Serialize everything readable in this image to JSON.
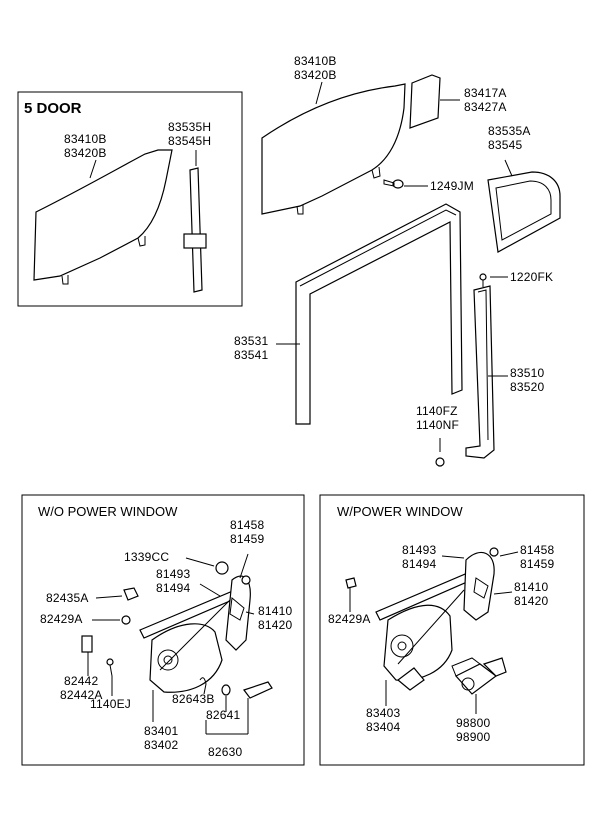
{
  "boxes": {
    "five_door": {
      "title": "5 DOOR"
    },
    "wo_power_window": {
      "title": "W/O POWER WINDOW"
    },
    "w_power_window": {
      "title": "W/POWER WINDOW"
    }
  },
  "labels": {
    "glass_top": [
      "83410B",
      "83420B"
    ],
    "quarter_glass": [
      "83417A",
      "83427A"
    ],
    "quarter_frame": [
      "83535A",
      "83545"
    ],
    "bolt_1249": [
      "1249JM"
    ],
    "screw_1220": [
      "1220FK"
    ],
    "run_channel": [
      "83531",
      "83541"
    ],
    "rear_channel": [
      "83510",
      "83520"
    ],
    "bolts_1140": [
      "1140FZ",
      "1140NF"
    ],
    "fivedoor_glass": [
      "83410B",
      "83420B"
    ],
    "fivedoor_channel": [
      "83535H",
      "83545H"
    ],
    "wo_81458": [
      "81458",
      "81459"
    ],
    "wo_1339": [
      "1339CC"
    ],
    "wo_81493": [
      "81493",
      "81494"
    ],
    "wo_82435": [
      "82435A"
    ],
    "wo_82429": [
      "82429A"
    ],
    "wo_81410": [
      "81410",
      "81420"
    ],
    "wo_82442": [
      "82442",
      "82442A"
    ],
    "wo_1140": [
      "1140EJ"
    ],
    "wo_82643": [
      "82643B"
    ],
    "wo_82641": [
      "82641"
    ],
    "wo_83401": [
      "83401",
      "83402"
    ],
    "wo_82630": [
      "82630"
    ],
    "w_81493": [
      "81493",
      "81494"
    ],
    "w_81458": [
      "81458",
      "81459"
    ],
    "w_82429": [
      "82429A"
    ],
    "w_81410": [
      "81410",
      "81420"
    ],
    "w_83403": [
      "83403",
      "83404"
    ],
    "w_98800": [
      "98800",
      "98900"
    ]
  }
}
